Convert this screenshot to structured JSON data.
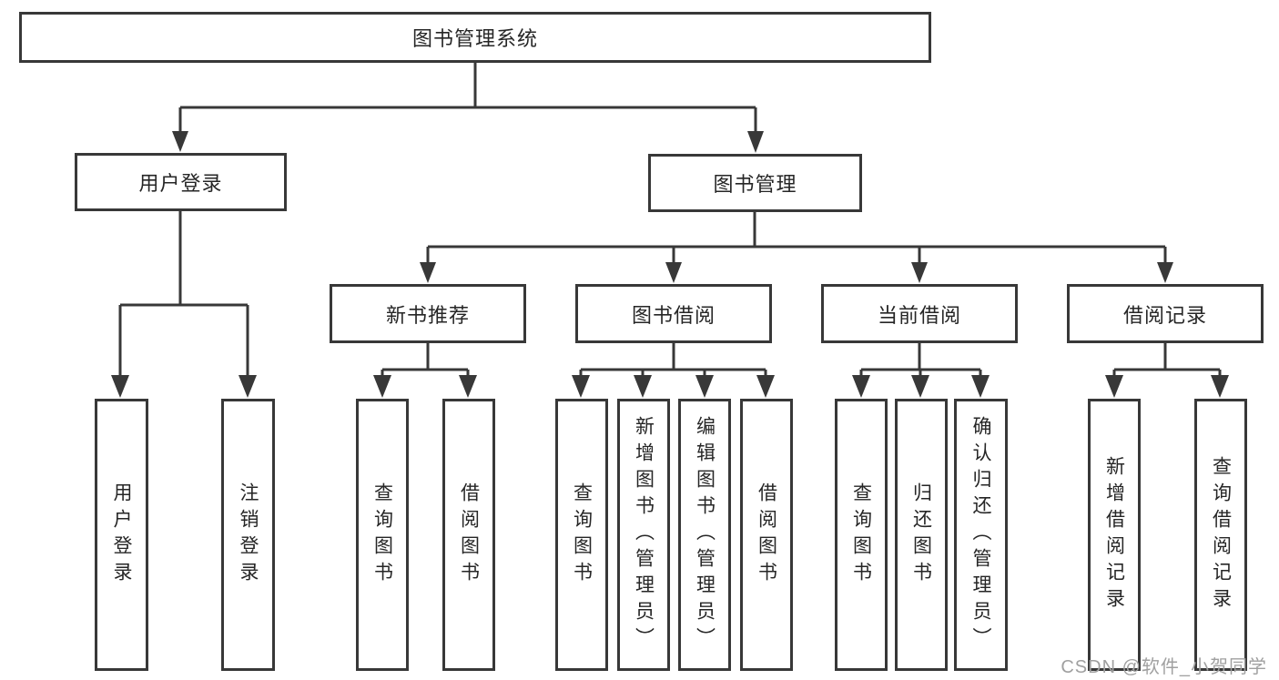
{
  "style": {
    "line_color": "#383838",
    "text_color": "#262626",
    "watermark_color": "#a0a0a0"
  },
  "watermark": {
    "text": "CSDN @软件_小贺同学"
  },
  "tree": {
    "label": "图书管理系统",
    "children": [
      {
        "label": "用户登录",
        "children": [
          {
            "label": "用户登录"
          },
          {
            "label": "注销登录"
          }
        ]
      },
      {
        "label": "图书管理",
        "children": [
          {
            "label": "新书推荐",
            "children": [
              {
                "label": "查询图书"
              },
              {
                "label": "借阅图书"
              }
            ]
          },
          {
            "label": "图书借阅",
            "children": [
              {
                "label": "查询图书"
              },
              {
                "label": "新增图书（管理员）"
              },
              {
                "label": "编辑图书（管理员）"
              },
              {
                "label": "借阅图书"
              }
            ]
          },
          {
            "label": "当前借阅",
            "children": [
              {
                "label": "查询图书"
              },
              {
                "label": "归还图书"
              },
              {
                "label": "确认归还（管理员）"
              }
            ]
          },
          {
            "label": "借阅记录",
            "children": [
              {
                "label": "新增借阅记录"
              },
              {
                "label": "查询借阅记录"
              }
            ]
          }
        ]
      }
    ]
  }
}
